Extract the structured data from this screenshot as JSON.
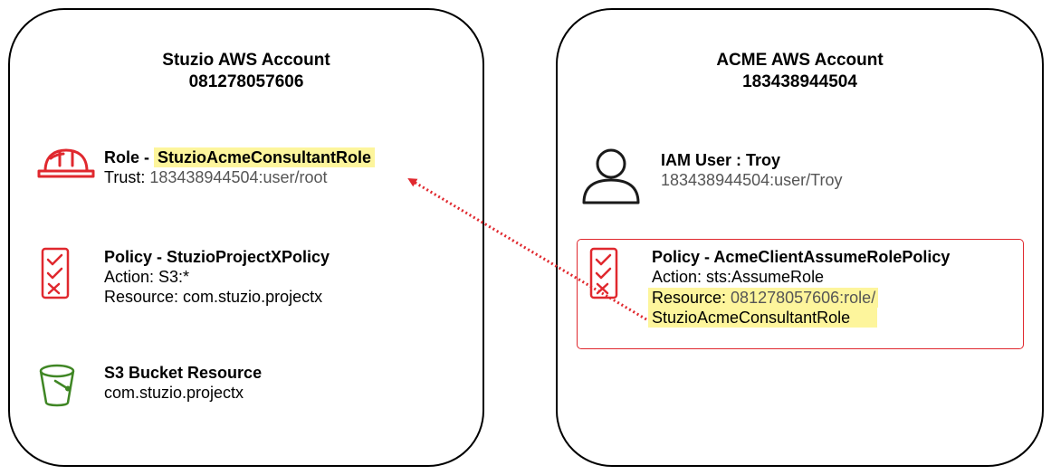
{
  "stuzio_account": {
    "name": "Stuzio AWS Account",
    "number": "081278057606",
    "role": {
      "prefix": "Role - ",
      "name": "StuzioAcmeConsultantRole",
      "trust_label": "Trust: ",
      "trust_value": "183438944504:user/root",
      "icon": "hard-hat-icon"
    },
    "policy": {
      "title": "Policy - StuzioProjectXPolicy",
      "action": "Action: S3:*",
      "resource": "Resource: com.stuzio.projectx",
      "icon": "checklist-icon"
    },
    "bucket": {
      "title": "S3 Bucket Resource",
      "name": "com.stuzio.projectx",
      "icon": "bucket-icon"
    }
  },
  "acme_account": {
    "name": "ACME AWS Account",
    "number": "183438944504",
    "user": {
      "title": "IAM User : Troy",
      "arn": "183438944504:user/Troy",
      "icon": "user-icon"
    },
    "policy": {
      "title": "Policy - AcmeClientAssumeRolePolicy",
      "action": "Action: sts:AssumeRole",
      "resource_label": "Resource: ",
      "resource_value": "081278057606:role/",
      "resource_value_line2": "StuzioAcmeConsultantRole",
      "icon": "checklist-icon"
    }
  },
  "colors": {
    "accent_red": "#e0282e",
    "bucket_green": "#3f8624",
    "highlight_yellow": "#fdf59c",
    "secondary_text": "#555555"
  }
}
